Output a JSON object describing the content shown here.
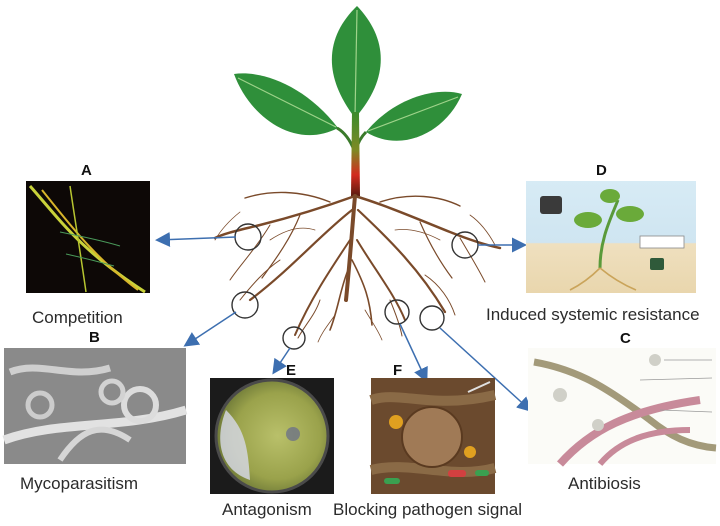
{
  "panels": [
    {
      "letter": "A",
      "caption": "Competition"
    },
    {
      "letter": "B",
      "caption": "Mycoparasitism"
    },
    {
      "letter": "C",
      "caption": "Antibiosis"
    },
    {
      "letter": "D",
      "caption": "Induced systemic resistance"
    },
    {
      "letter": "E",
      "caption": "Antagonism"
    },
    {
      "letter": "F",
      "caption": "Blocking pathogen signal"
    }
  ],
  "colors": {
    "leaf": "#2f8f3a",
    "stem": "#d32b1f",
    "root": "#7a4a2a",
    "arrow": "#3d6fb0"
  }
}
